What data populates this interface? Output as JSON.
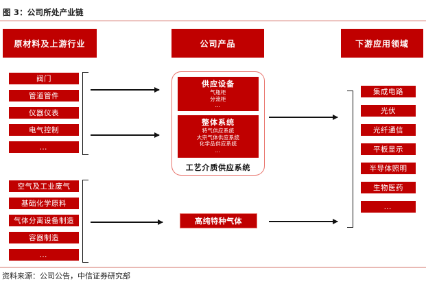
{
  "figure": {
    "title": "图 3：公司所处产业链",
    "source_note": "资料来源：公司公告，中信证券研究部"
  },
  "colors": {
    "brand_red": "#C00000",
    "rule_red": "#C0392B",
    "outline_red": "#E8726A"
  },
  "banners": {
    "upstream": "原材料及上游行业",
    "company": "公司产品",
    "downstream": "下游应用领域"
  },
  "upstream": {
    "group_equipment": [
      {
        "label": "阀门"
      },
      {
        "label": "管道管件"
      },
      {
        "label": "仪器仪表"
      },
      {
        "label": "电气控制"
      },
      {
        "label": "…"
      }
    ],
    "group_materials": [
      {
        "label": "空气及工业废气"
      },
      {
        "label": "基础化学原料"
      },
      {
        "label": "气体分离设备制造"
      },
      {
        "label": "容器制造"
      },
      {
        "label": "…"
      }
    ]
  },
  "products": {
    "caption": "工艺介质供应系统",
    "equipment": {
      "title": "供应设备",
      "items": [
        "气瓶柜",
        "分流柜"
      ],
      "more": "…"
    },
    "system": {
      "title": "整体系统",
      "items": [
        "特气供应系统",
        "大宗气体供应系统",
        "化学品供应系统"
      ],
      "more": "…"
    },
    "gas": "高纯特种气体"
  },
  "downstream": {
    "items": [
      {
        "label": "集成电路"
      },
      {
        "label": "光伏"
      },
      {
        "label": "光纤通信"
      },
      {
        "label": "平板显示"
      },
      {
        "label": "半导体照明"
      },
      {
        "label": "生物医药"
      },
      {
        "label": "…"
      }
    ]
  }
}
